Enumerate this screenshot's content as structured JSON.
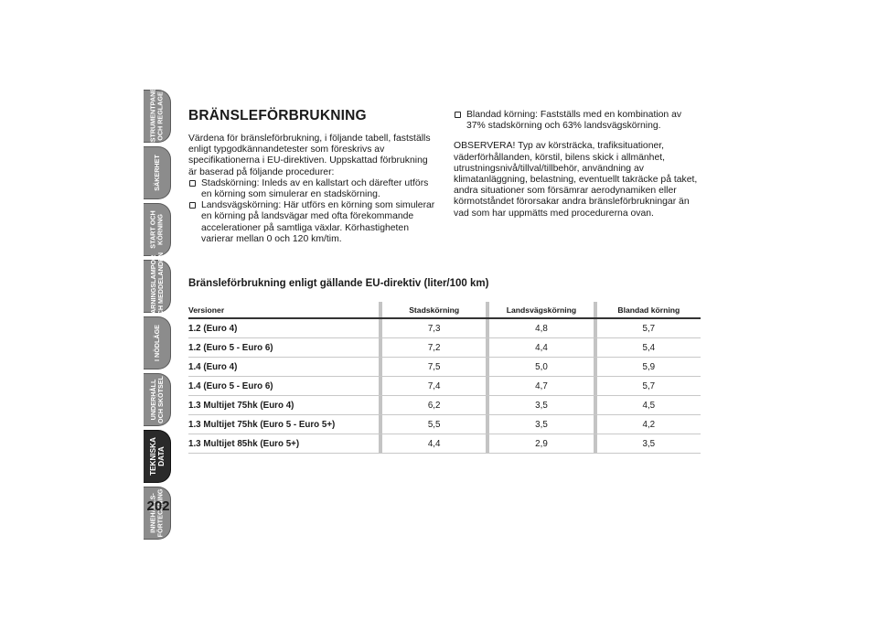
{
  "sidebar": {
    "tabs": [
      {
        "label": "INSTRUMENTPANEL OCH REGLAGE"
      },
      {
        "label": "SÄKERHET"
      },
      {
        "label": "START OCH KÖRNING"
      },
      {
        "label": "VARNINGSLAMPOR OCH MEDDELANDEN"
      },
      {
        "label": "I NÖDLÄGE"
      },
      {
        "label": "UNDERHÅLL OCH SKÖTSEL"
      },
      {
        "label": "TEKNISKA DATA"
      },
      {
        "label": "INNEHÅLLS-FÖRTECKNING"
      }
    ],
    "active_index": 6,
    "colors": {
      "tab": "#8c8c8c",
      "active_tab": "#2a2a2a"
    }
  },
  "page_number": "202",
  "heading": "BRÄNSLEFÖRBRUKNING",
  "intro": "Värdena för bränsleförbrukning, i följande tabell, fastställs enligt typgodkännandetester som föreskrivs av specifikationerna i EU-direktiven. Uppskattad förbrukning är baserad på följande procedurer:",
  "bullets": [
    "Stadskörning: Inleds av en kallstart och därefter utförs en körning som simulerar en stadskörning.",
    "Landsvägskörning: Här utförs en körning som simulerar en körning på landsvägar med ofta förekommande accelerationer på samtliga växlar. Körhastigheten varierar mellan 0 och 120 km/tim.",
    "Blandad körning: Fastställs med en kombination av 37% stadskörning och 63% landsvägskörning."
  ],
  "note": "OBSERVERA! Typ av körsträcka, trafiksituationer, väderförhållanden, körstil, bilens skick i allmänhet, utrustningsnivå/tillval/tillbehör, användning av klimatanläggning, belastning, eventuellt takräcke på taket, andra situationer som försämrar aerodynamiken eller körmotståndet förorsakar andra bränsleförbrukningar än vad som har uppmätts med procedurerna ovan.",
  "table": {
    "title": "Bränsleförbrukning enligt gällande EU-direktiv (liter/100 km)",
    "headers": [
      "Versioner",
      "Stadskörning",
      "Landsvägskörning",
      "Blandad körning"
    ],
    "rows": [
      [
        "1.2 (Euro 4)",
        "7,3",
        "4,8",
        "5,7"
      ],
      [
        "1.2 (Euro 5 - Euro 6)",
        "7,2",
        "4,4",
        "5,4"
      ],
      [
        "1.4 (Euro 4)",
        "7,5",
        "5,0",
        "5,9"
      ],
      [
        "1.4 (Euro 5 - Euro 6)",
        "7,4",
        "4,7",
        "5,7"
      ],
      [
        "1.3 Multijet 75hk (Euro 4)",
        "6,2",
        "3,5",
        "4,5"
      ],
      [
        "1.3 Multijet 75hk (Euro 5 - Euro 5+)",
        "5,5",
        "3,5",
        "4,2"
      ],
      [
        "1.3 Multijet 85hk (Euro 5+)",
        "4,4",
        "2,9",
        "3,5"
      ]
    ]
  }
}
